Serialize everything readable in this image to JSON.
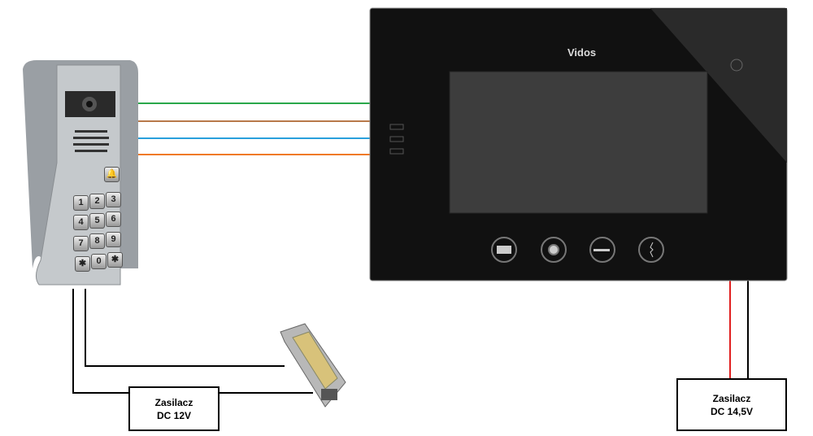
{
  "monitor": {
    "brand": "Vidos",
    "buttons": [
      "monitor-icon",
      "record-icon",
      "key-icon",
      "talk-icon"
    ]
  },
  "door_station": {
    "keys": [
      "1",
      "2",
      "3",
      "4",
      "5",
      "6",
      "7",
      "8",
      "9",
      "✱",
      "0",
      "✱"
    ]
  },
  "wires": {
    "colors": [
      "#2aa84a",
      "#b8794a",
      "#2aa0dc",
      "#f07a28"
    ],
    "power_positive": "#e02020",
    "power_negative": "#000000"
  },
  "power_left": {
    "line1": "Zasilacz",
    "line2": "DC 12V"
  },
  "power_right": {
    "line1": "Zasilacz",
    "line2": "DC 14,5V"
  }
}
